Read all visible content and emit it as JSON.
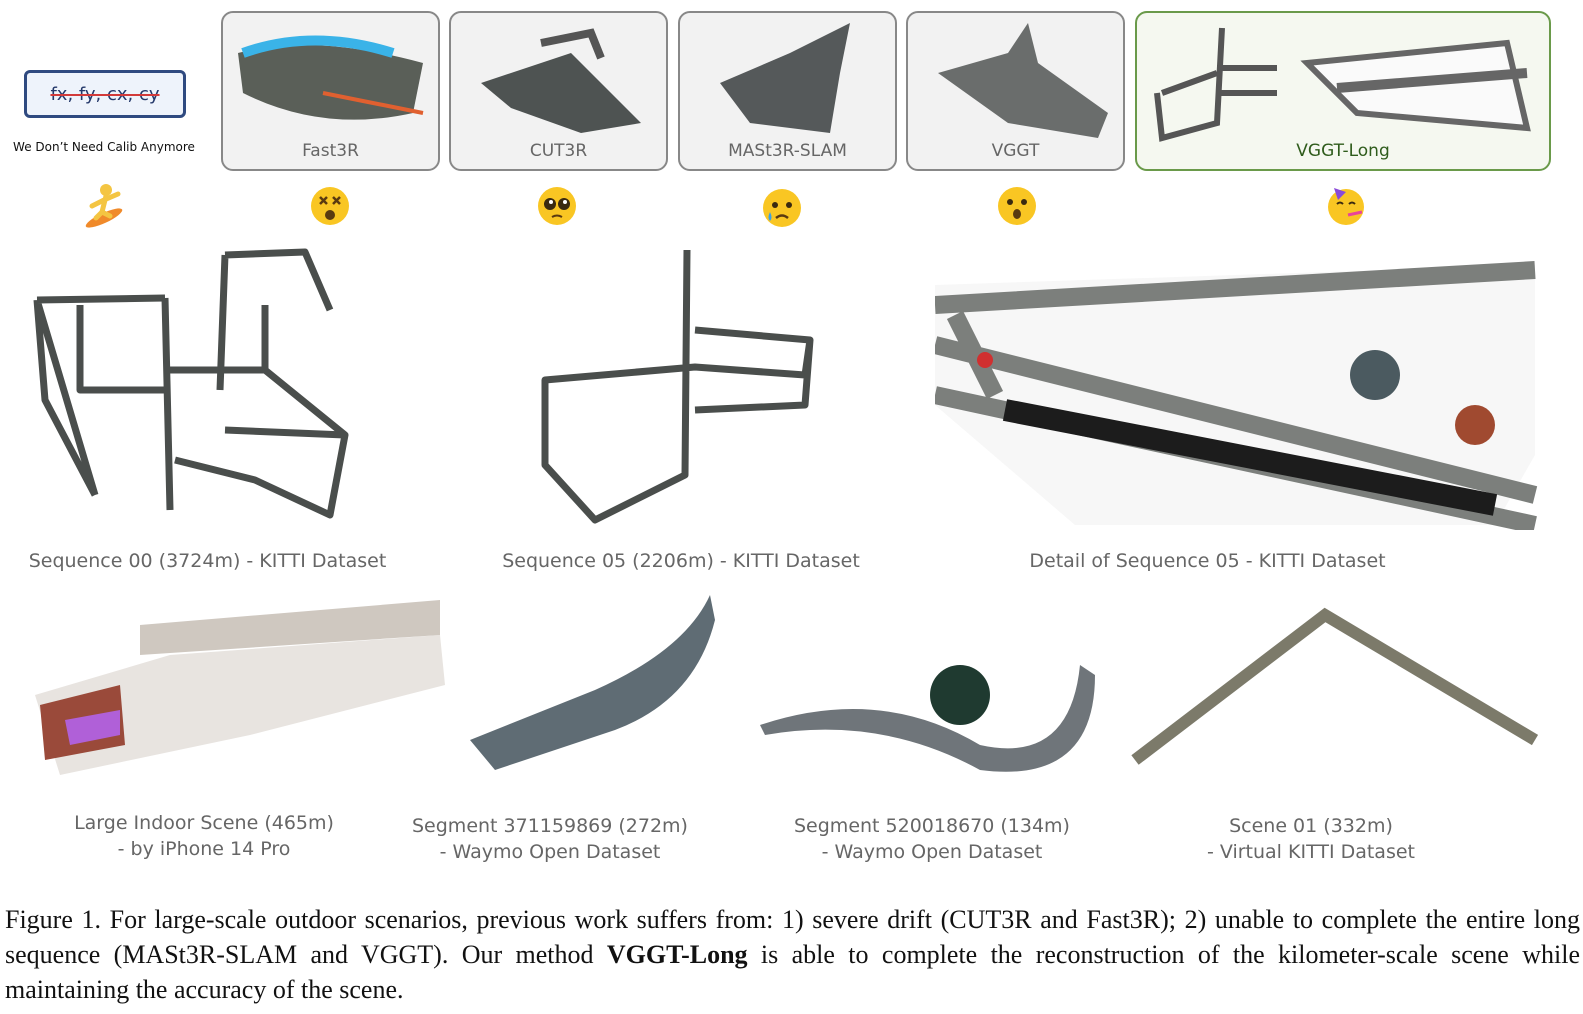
{
  "calib_box": {
    "text": "fx, fy, cx, cy",
    "tagline": "We Don’t Need Calib Anymore",
    "icon": "surfer-icon"
  },
  "methods": [
    {
      "label": "Fast3R",
      "emoji": "dizzy-face-icon"
    },
    {
      "label": "CUT3R",
      "emoji": "pleading-face-icon"
    },
    {
      "label": "MASt3R-SLAM",
      "emoji": "crying-face-icon"
    },
    {
      "label": "VGGT",
      "emoji": "hushed-face-icon"
    },
    {
      "label": "VGGT-Long",
      "emoji": "partying-face-icon",
      "highlight_color": "#6a9a4a"
    }
  ],
  "row2": [
    {
      "caption": "Sequence 00 (3724m) - KITTI Dataset"
    },
    {
      "caption": "Sequence 05 (2206m) - KITTI Dataset"
    },
    {
      "caption": "Detail of Sequence 05 - KITTI Dataset"
    }
  ],
  "row3": [
    {
      "line1": "Large Indoor Scene (465m)",
      "line2": "- by iPhone 14 Pro"
    },
    {
      "line1": "Segment 371159869 (272m)",
      "line2": "- Waymo Open Dataset"
    },
    {
      "line1": "Segment 520018670 (134m)",
      "line2": "- Waymo Open Dataset"
    },
    {
      "line1": "Scene 01 (332m)",
      "line2": "- Virtual KITTI Dataset"
    }
  ],
  "figure_caption": {
    "prefix": "Figure 1.  For large-scale outdoor scenarios, previous work suffers from: 1) severe drift (CUT3R and Fast3R); 2) unable to complete the entire long sequence (MASt3R-SLAM and VGGT). Our method ",
    "bold": "VGGT-Long",
    "suffix": " is able to complete the reconstruction of the kilometer-scale scene while maintaining the accuracy of the scene."
  }
}
